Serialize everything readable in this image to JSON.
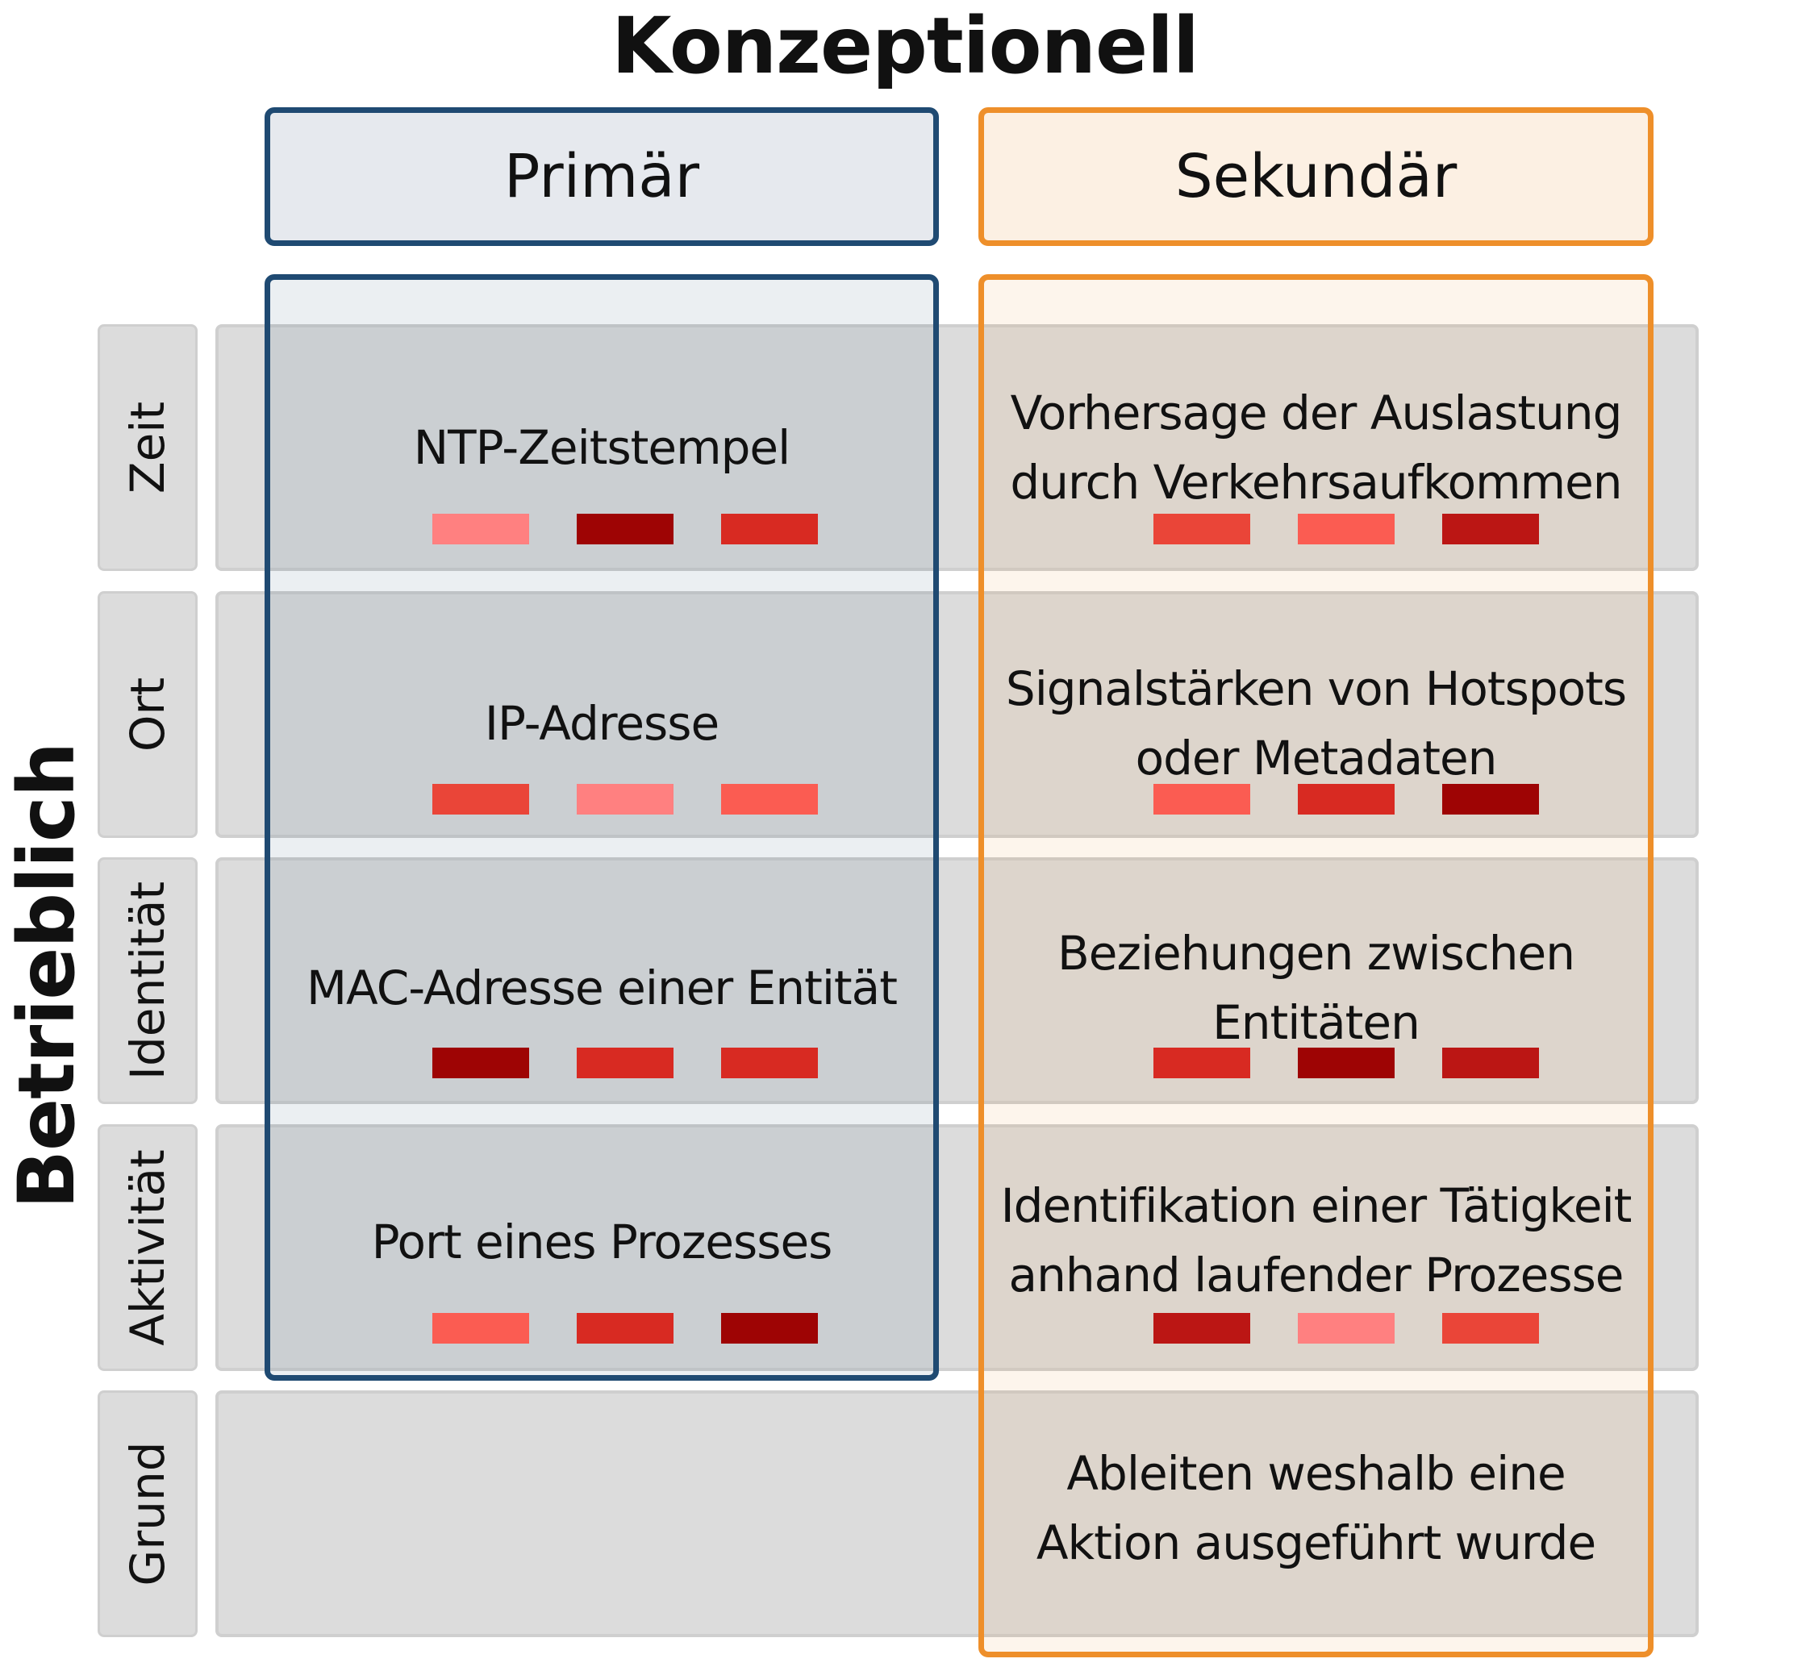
{
  "title_top": "Konzeptionell",
  "title_side": "Betrieblich",
  "columns": [
    {
      "label": "Primär"
    },
    {
      "label": "Sekundär"
    }
  ],
  "rows": [
    {
      "label": "Zeit"
    },
    {
      "label": "Ort"
    },
    {
      "label": "Identität"
    },
    {
      "label": "Aktivität"
    },
    {
      "label": "Grund"
    }
  ],
  "cells": {
    "primary": [
      {
        "text": "NTP-Zeitstempel",
        "swatches": [
          "#ff8080",
          "#9e0404",
          "#d82a22"
        ]
      },
      {
        "text": "IP-Adresse",
        "swatches": [
          "#ea4538",
          "#ff8080",
          "#fb5c52"
        ]
      },
      {
        "text": "MAC-Adresse einer Entität",
        "swatches": [
          "#9e0404",
          "#d82a22",
          "#d82a22"
        ]
      },
      {
        "text": "Port eines Prozesses",
        "swatches": [
          "#fb5c52",
          "#d82a22",
          "#9e0404"
        ]
      }
    ],
    "secondary": [
      {
        "text": "Vorhersage der Auslastung durch Verkehrsaufkommen",
        "swatches": [
          "#ea4538",
          "#fb5c52",
          "#bb1614"
        ]
      },
      {
        "text": "Signalstärken von Hotspots oder Metadaten",
        "swatches": [
          "#fb5c52",
          "#d82a22",
          "#9e0404"
        ]
      },
      {
        "text": "Beziehungen zwischen Entitäten",
        "swatches": [
          "#d82a22",
          "#9e0404",
          "#bb1614"
        ]
      },
      {
        "text": "Identifikation einer Tätigkeit anhand laufender Prozesse",
        "swatches": [
          "#bb1614",
          "#ff8080",
          "#ea4538"
        ]
      },
      {
        "text": "Ableiten weshalb eine Aktion ausgeführt wurde",
        "swatches": []
      }
    ]
  }
}
